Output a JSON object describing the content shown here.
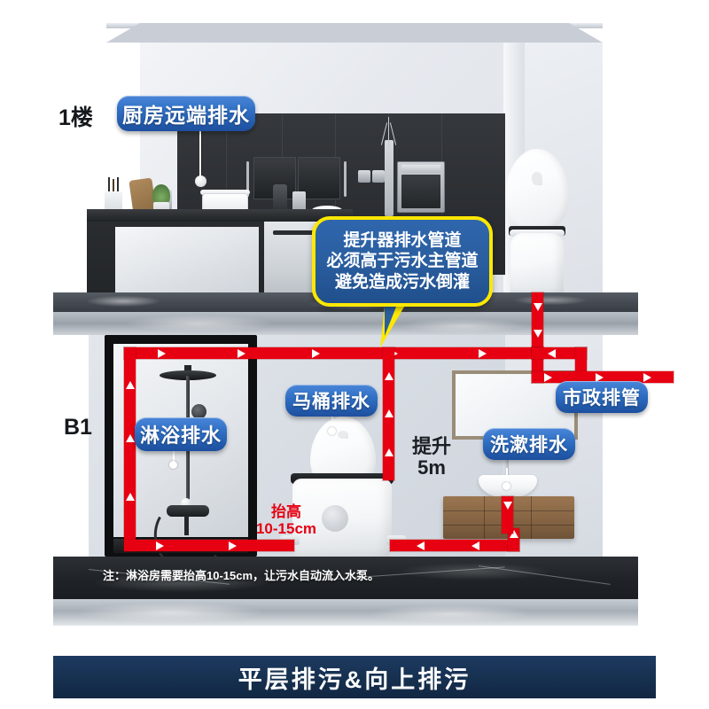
{
  "floors": {
    "upper_label": "1楼",
    "lower_label": "B1"
  },
  "labels": {
    "kitchen_drain": "厨房远端排水",
    "shower_drain": "淋浴排水",
    "toilet_drain": "马桶排水",
    "washbasin_drain": "洗漱排水",
    "municipal_pipe": "市政排管"
  },
  "callout": {
    "line1": "提升器排水管道",
    "line2": "必须高于污水主管道",
    "line3": "避免造成污水倒灌"
  },
  "annotations": {
    "raise_title": "抬高",
    "raise_value": "10-15cm",
    "lift_title": "提升",
    "lift_value": "5m",
    "bottom_note": "注：淋浴房需要抬高10-15cm，让污水自动流入水泵。"
  },
  "banner": {
    "text": "平层排污&向上排污"
  },
  "colors": {
    "pipe_red": "#e60012",
    "label_blue": "#2f6fc4",
    "callout_outline": "#ffe800",
    "banner_navy": "#16304f",
    "note_red": "#e60012"
  }
}
